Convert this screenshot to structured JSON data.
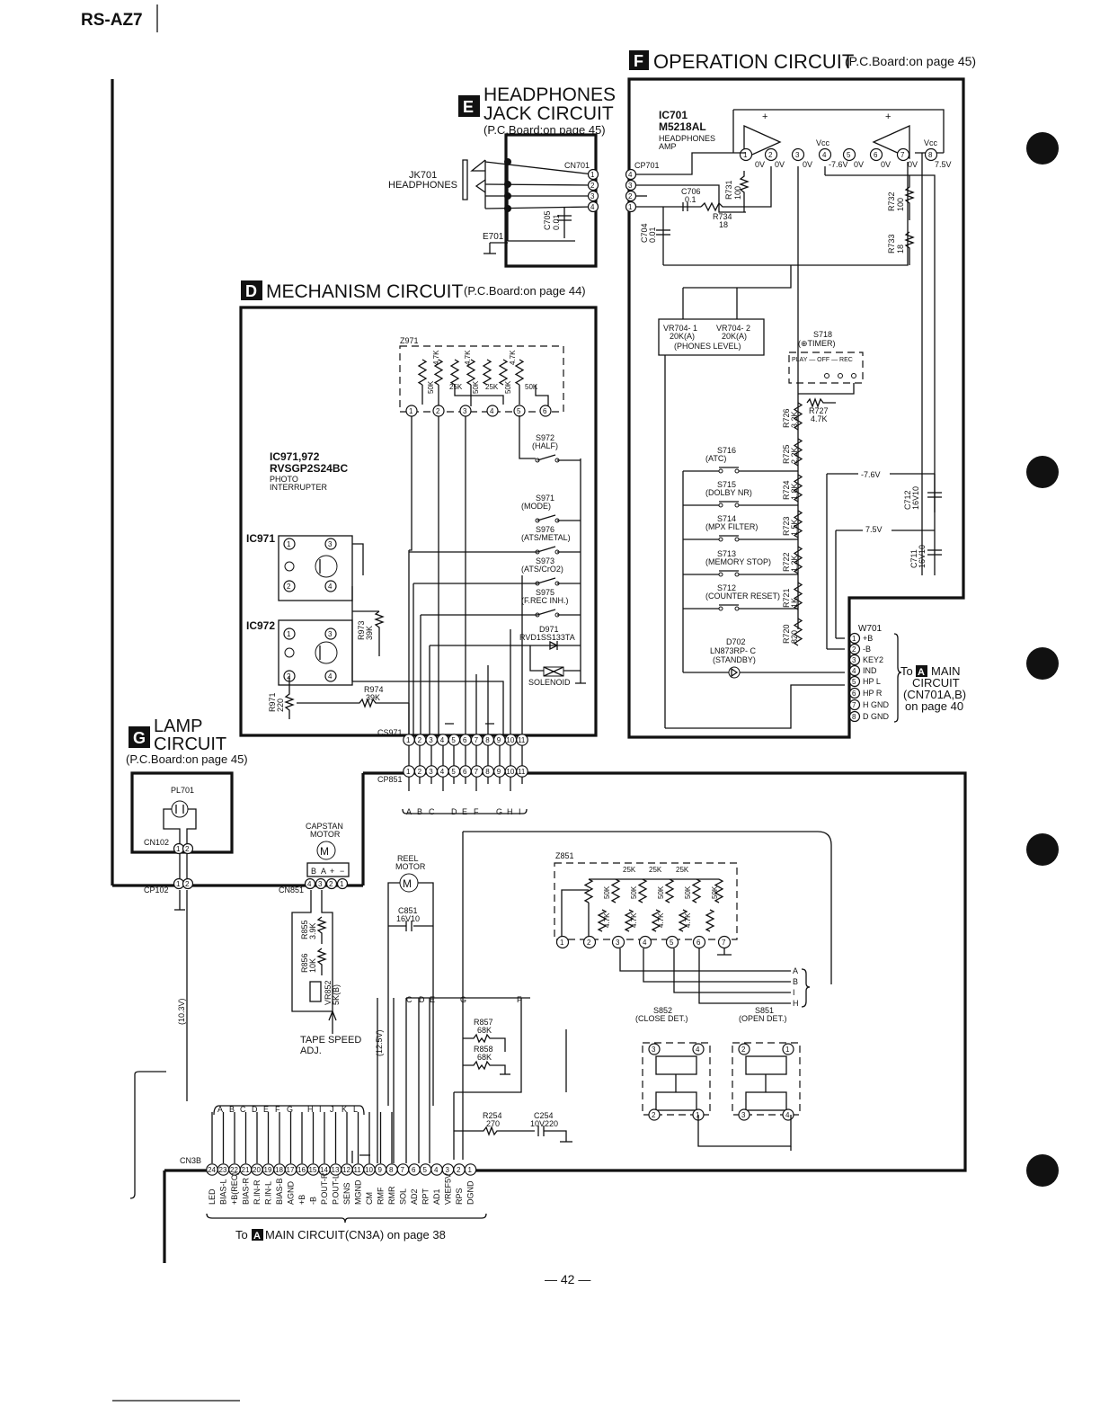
{
  "model": "RS-AZ7",
  "page_number": "— 42 —",
  "sections": {
    "operation": {
      "letter": "F",
      "title": "OPERATION CIRCUIT",
      "ref": "(P.C.Board:on page 45)"
    },
    "headphones": {
      "letter": "E",
      "title1": "HEADPHONES",
      "title2": "JACK CIRCUIT",
      "ref": "(P.C.Board:on page 45)"
    },
    "mechanism": {
      "letter": "D",
      "title": "MECHANISM CIRCUIT",
      "ref": "(P.C.Board:on page 44)"
    },
    "lamp": {
      "letter": "G",
      "title1": "LAMP",
      "title2": "CIRCUIT",
      "ref": "(P.C.Board:on page 45)"
    }
  },
  "headphones_parts": {
    "jack": "JK701",
    "jack_name": "HEADPHONES",
    "cn": "CN701",
    "cp": "CP701",
    "c705": "C705",
    "c705v": "0.01",
    "c704": "C704",
    "c704v": "0.01",
    "e701": "E701"
  },
  "ic701": {
    "ref": "IC701",
    "part": "M5218AL",
    "desc1": "HEADPHONES",
    "desc2": "AMP",
    "vcc": "Vcc",
    "volt_0v": "0V",
    "volt_m76": "-7.6V",
    "volt_75": "7.5V"
  },
  "op_parts": {
    "r731": "R731",
    "r731v": "100",
    "r732": "R732",
    "r732v": "100",
    "r733": "R733",
    "r733v": "18",
    "r734": "R734",
    "r734v": "18",
    "c706": "C706",
    "c706v": "0.1",
    "vr704_1": "VR704- 1",
    "vr704_2": "VR704- 2",
    "vr_val1": "20K(A)",
    "vr_val2": "20K(A)",
    "vr_desc": "(PHONES LEVEL)",
    "s718": "S718",
    "s718_desc": "(⊕TIMER)",
    "s718_sw": "PLAY — OFF — REC",
    "r727": "R727",
    "r727v": "4.7K",
    "r726": "R726",
    "r726v": "3.3K",
    "r725": "R725",
    "r725v": "2.2K",
    "r724": "R724",
    "r724v": "1.8K",
    "r723": "R723",
    "r723v": "1.5K",
    "r722": "R722",
    "r722v": "1.2K",
    "r721": "R721",
    "r721v": "1K",
    "r720": "R720",
    "r720v": "820",
    "s716": "S716",
    "s716_d": "(ATC)",
    "s715": "S715",
    "s715_d": "(DOLBY NR)",
    "s714": "S714",
    "s714_d": "(MPX FILTER)",
    "s713": "S713",
    "s713_d": "(MEMORY STOP)",
    "s712": "S712",
    "s712_d": "(COUNTER RESET)",
    "d702": "D702",
    "d702_p": "LN873RP- C",
    "d702_d": "(STANDBY)",
    "c712": "C712",
    "c712v": "16V10",
    "c711": "C711",
    "c711v": "16V10",
    "v_m76": "-7.6V",
    "v_75": "7.5V",
    "w701": "W701"
  },
  "w701_pins": [
    "+B",
    "-B",
    "KEY2",
    "IND",
    "HP L",
    "HP R",
    "H GND",
    "D GND"
  ],
  "to_main_cn701": {
    "prefix": "To",
    "letter": "A",
    "line1": "MAIN",
    "line2": "CIRCUIT",
    "line3": "(CN701A,B)",
    "line4": "on page 40"
  },
  "mech_parts": {
    "z971": "Z971",
    "ic971_972": "IC971,972",
    "part": "RVSGP2S24BC",
    "desc1": "PHOTO",
    "desc2": "INTERRUPTER",
    "ic971": "IC971",
    "ic972": "IC972",
    "s972": "S972",
    "s972_d": "(HALF)",
    "s971": "S971",
    "s971_d": "(MODE)",
    "s976": "S976",
    "s976_d": "(ATS/METAL)",
    "s973": "S973",
    "s973_d": "(ATS/CrO2)",
    "s975": "S975",
    "s975_d": "(F.REC INH.)",
    "d971": "D971",
    "d971_p": "RVD1SS133TA",
    "solenoid": "SOLENOID",
    "r973": "R973",
    "r973v": "39K",
    "r974": "R974",
    "r974v": "39K",
    "r971": "R971",
    "r971v": "220",
    "cs971": "CS971"
  },
  "z971_vals": [
    "4.7K",
    "4.7K",
    "4.7K",
    "50K",
    "50K",
    "50K",
    "25K",
    "25K",
    "50K"
  ],
  "lamp_parts": {
    "pl701": "PL701",
    "cn102": "CN102",
    "cp102": "CP102"
  },
  "main_parts": {
    "cp851": "CP851",
    "capstan1": "CAPSTAN",
    "capstan2": "MOTOR",
    "reel1": "REEL",
    "reel2": "MOTOR",
    "cn851": "CN851",
    "c851": "C851",
    "c851v": "16V10",
    "r855": "R855",
    "r855v": "3.9K",
    "r856": "R856",
    "r856v": "10K",
    "vr852": "VR852",
    "vr852v": "5K(B)",
    "tape_speed1": "TAPE SPEED",
    "tape_speed2": "ADJ.",
    "v103": "(10.3V)",
    "v125": "(12.5V)",
    "z851": "Z851",
    "s852": "S852",
    "s852_d": "(CLOSE DET.)",
    "s851": "S851",
    "s851_d": "(OPEN DET.)",
    "r857": "R857",
    "r857v": "68K",
    "r858": "R858",
    "r858v": "68K",
    "r254": "R254",
    "r254v": "270",
    "c254": "C254",
    "c254v": "10V220",
    "cn3b": "CN3B"
  },
  "z851_vals": [
    "25K",
    "25K",
    "25K",
    "50K",
    "50K",
    "50K",
    "50K",
    "50K",
    "4.7K",
    "4.7K",
    "4.7K",
    "4.7K"
  ],
  "connector_letters": [
    "A",
    "B",
    "C",
    "D",
    "E",
    "F",
    "G",
    "H",
    "I"
  ],
  "cn3b_groups": [
    "A",
    "B",
    "C",
    "D",
    "E",
    "F",
    "G",
    "H",
    "I",
    "J",
    "K",
    "L"
  ],
  "cn3b_pins": [
    "LED",
    "BIAS-L",
    "+B(REC)",
    "BIAS-R",
    "R.IN-R",
    "R.IN-L",
    "BIAS-B",
    "AGND",
    "+B",
    "-B",
    "P.OUT-R",
    "P.OUT-L",
    "SENS",
    "MGND",
    "CM",
    "RMF",
    "RMR",
    "SOL",
    "AD2",
    "RPT",
    "AD1",
    "VREF5V",
    "RPS",
    "DGND"
  ],
  "to_main_cn3a": {
    "prefix": "To",
    "letter": "A",
    "text": "MAIN CIRCUIT(CN3A) on page 38"
  }
}
